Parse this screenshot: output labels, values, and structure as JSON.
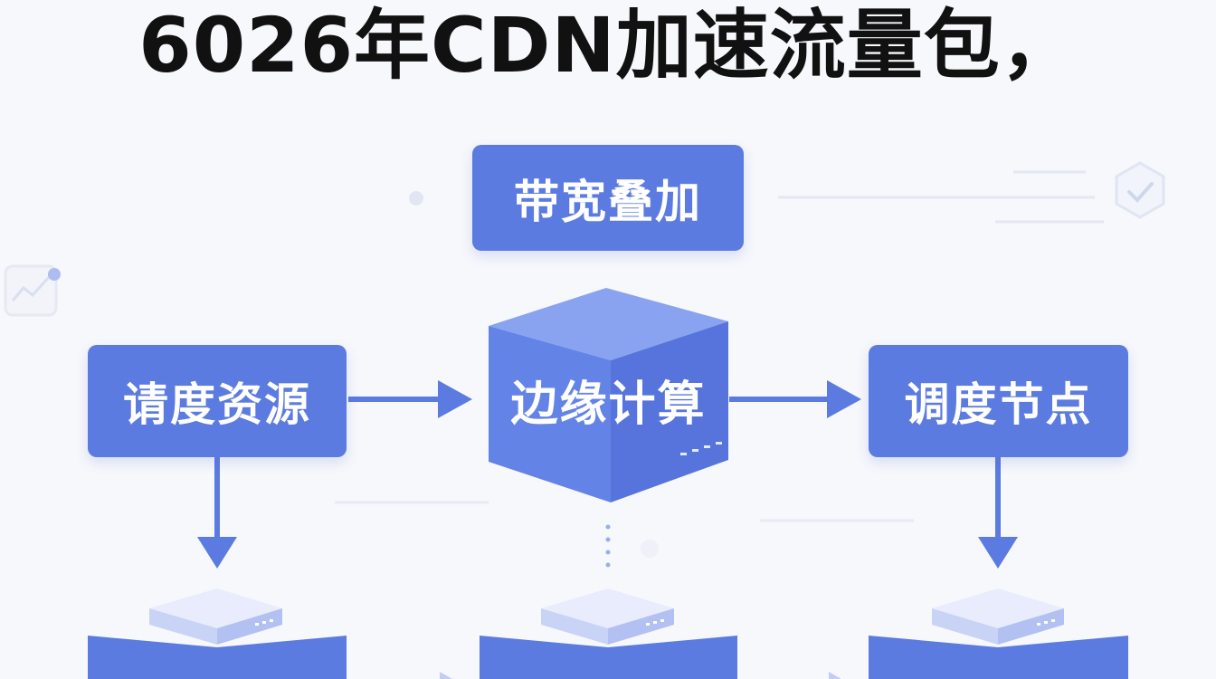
{
  "title": "6026年CDN加速流量包，",
  "nodes": {
    "bandwidth_overlay": "带宽叠加",
    "request_resources": "请度资源",
    "edge_computing": "边缘计算",
    "scheduling_nodes": "调度节点"
  },
  "colors": {
    "primary": "#5b7be0",
    "primary_light": "#7f98ee",
    "primary_dark": "#4a68cf",
    "arrow": "#5b7be0",
    "title": "#111111",
    "background": "#f7f8fc"
  }
}
